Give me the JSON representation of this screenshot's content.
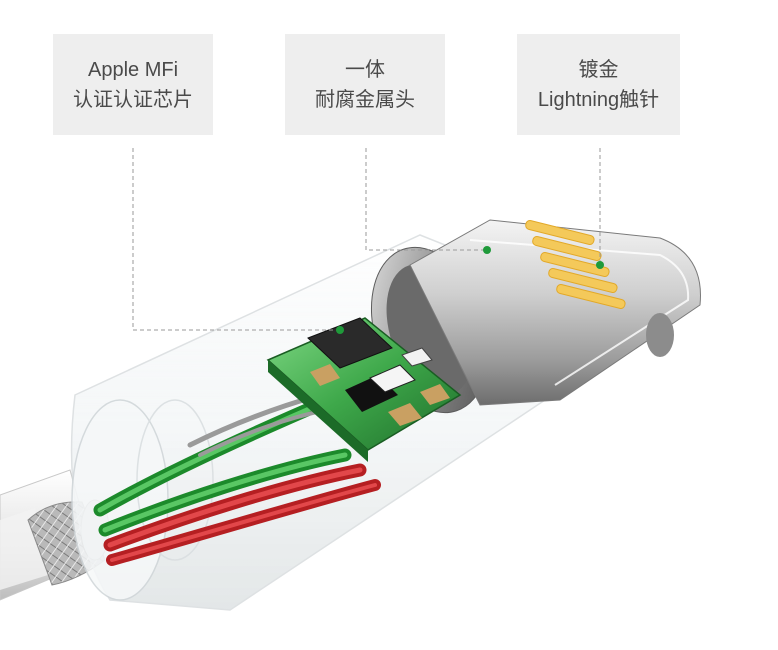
{
  "callouts": [
    {
      "line1": "Apple MFi",
      "line2": "认证认证芯片"
    },
    {
      "line1": "一体",
      "line2": "耐腐金属头"
    },
    {
      "line1": "镀金",
      "line2": "Lightning触针"
    }
  ],
  "colors": {
    "callout_bg": "#eeeeee",
    "callout_text": "#4a4a4a",
    "leader_line": "#9a9a9a",
    "marker_dot": "#1f9a3a",
    "pcb_green": "#3ea84a",
    "gold_pin": "#f4c95a"
  }
}
